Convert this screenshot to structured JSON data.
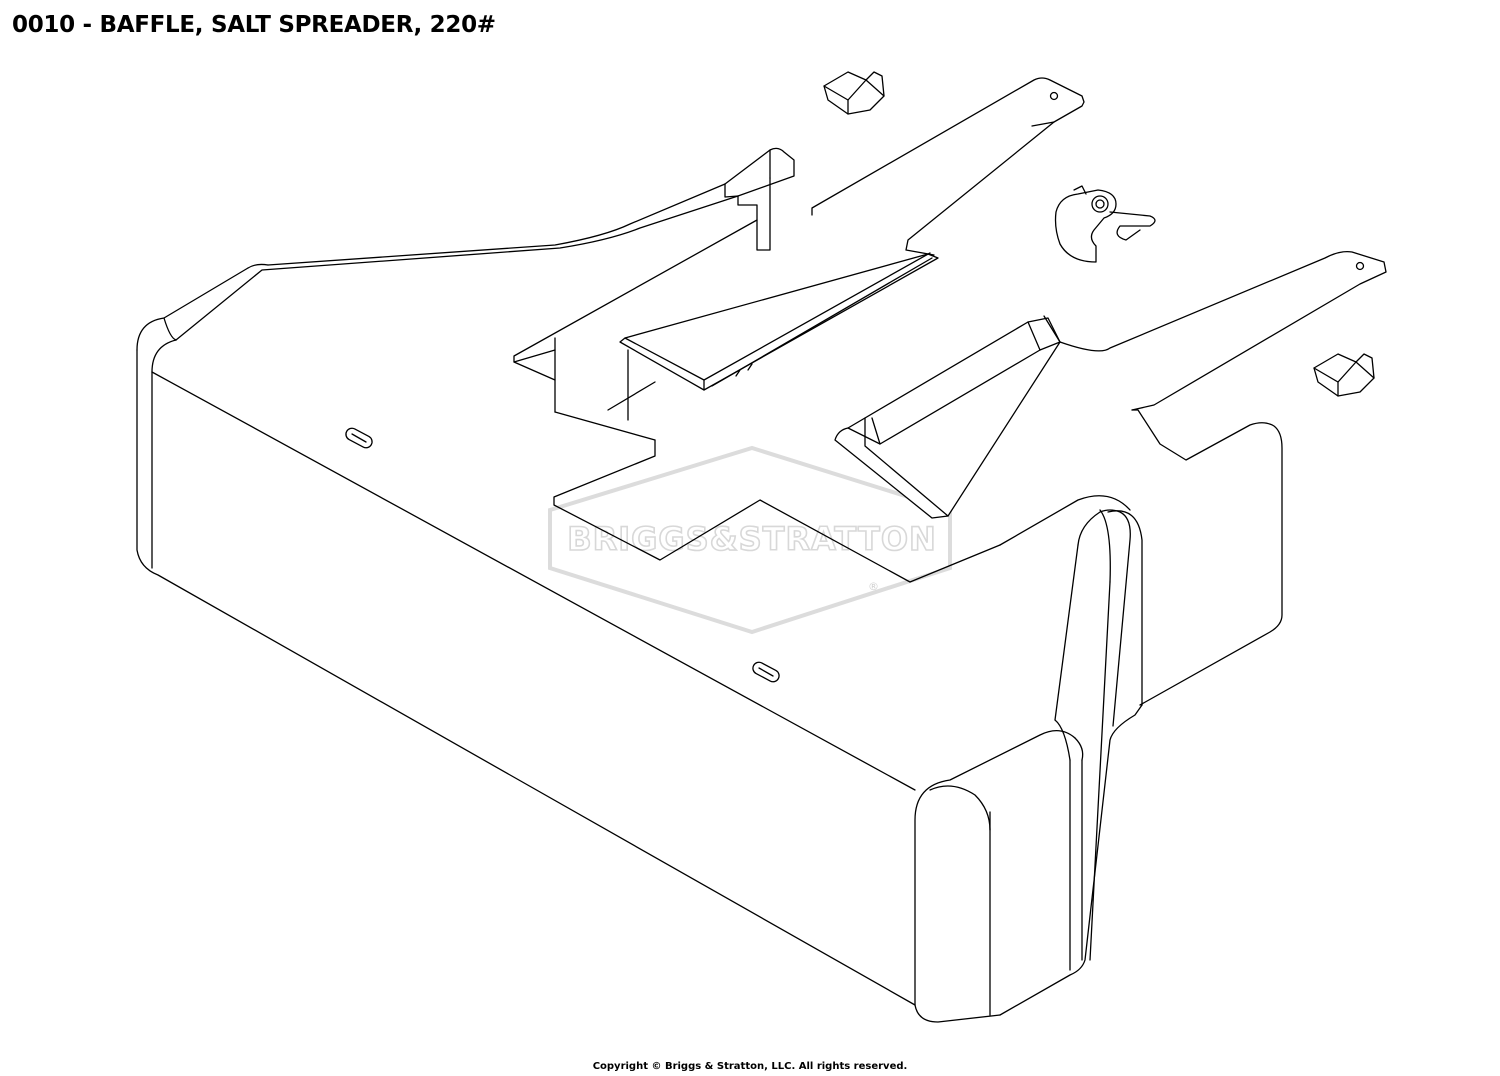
{
  "page": {
    "title": "0010 - BAFFLE, SALT SPREADER, 220#",
    "copyright": "Copyright © Briggs & Stratton, LLC. All rights reserved."
  },
  "watermark": {
    "text": "BRIGGS&STRATTON",
    "registered": "®"
  }
}
